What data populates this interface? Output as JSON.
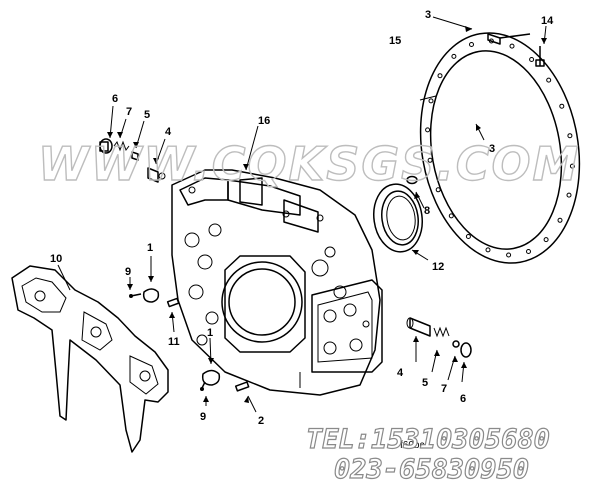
{
  "diagram": {
    "callouts": [
      "1",
      "1",
      "2",
      "3",
      "3",
      "4",
      "4",
      "5",
      "5",
      "6",
      "6",
      "7",
      "7",
      "8",
      "9",
      "9",
      "10",
      "11",
      "12",
      "14",
      "15",
      "16"
    ],
    "drawing_code": "f60bco",
    "watermark": "WWW.CQKSGS.COM",
    "contact_tel": "TEL:15310305680",
    "contact_phone": "023-65830950"
  }
}
